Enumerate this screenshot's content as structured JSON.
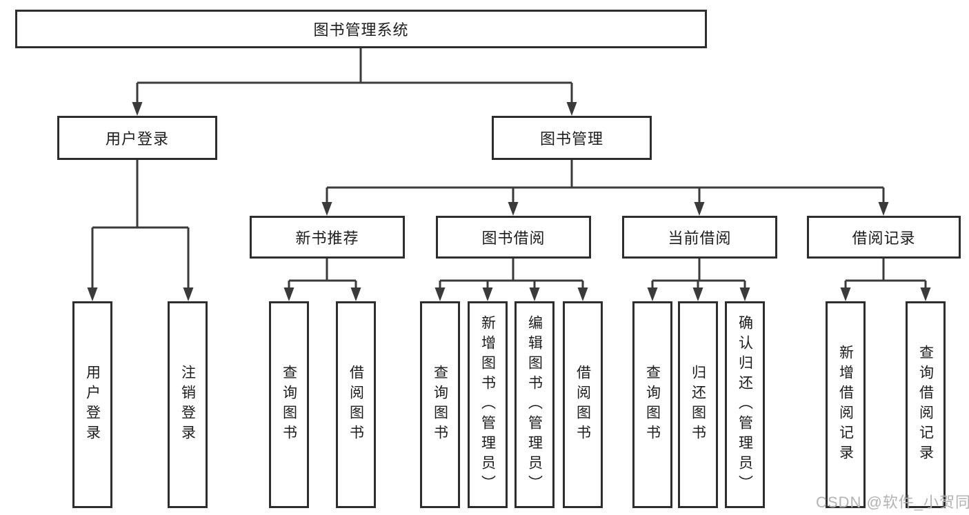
{
  "diagram": {
    "root": {
      "label": "图书管理系统"
    },
    "branches": [
      {
        "label": "用户登录",
        "leaves": [
          "用户登录",
          "注销登录"
        ]
      },
      {
        "label": "图书管理",
        "groups": [
          {
            "label": "新书推荐",
            "leaves": [
              "查询图书",
              "借阅图书"
            ]
          },
          {
            "label": "图书借阅",
            "leaves": [
              "查询图书",
              "新增图书（管理员）",
              "编辑图书（管理员）",
              "借阅图书"
            ]
          },
          {
            "label": "当前借阅",
            "leaves": [
              "查询图书",
              "归还图书",
              "确认归还（管理员）"
            ]
          },
          {
            "label": "借阅记录",
            "leaves": [
              "新增借阅记录",
              "查询借阅记录"
            ]
          }
        ]
      }
    ]
  },
  "watermark": {
    "text": "CSDN @软件_小贺同学"
  },
  "colors": {
    "background": "#ffffff",
    "box_border": "#2d2d2d",
    "line": "#3a3a3a",
    "text": "#1c1c1c",
    "watermark": "#b3b3b3"
  }
}
